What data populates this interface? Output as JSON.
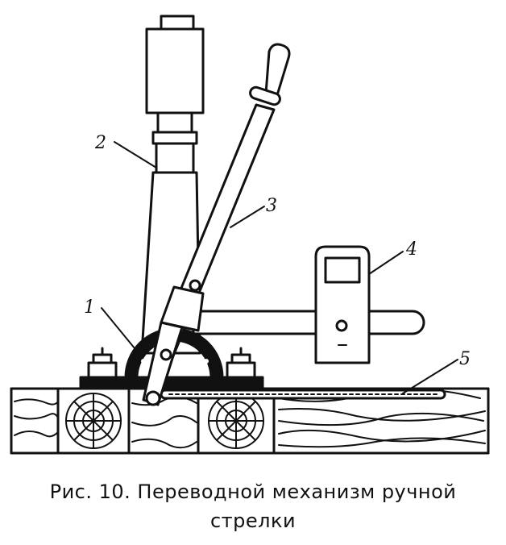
{
  "figure": {
    "callouts": [
      "1",
      "2",
      "3",
      "4",
      "5"
    ],
    "caption_line1": "Рис. 10. Переводной механизм ручной",
    "caption_line2": "стрелки"
  },
  "colors": {
    "ink": "#111111",
    "paper": "#ffffff"
  }
}
